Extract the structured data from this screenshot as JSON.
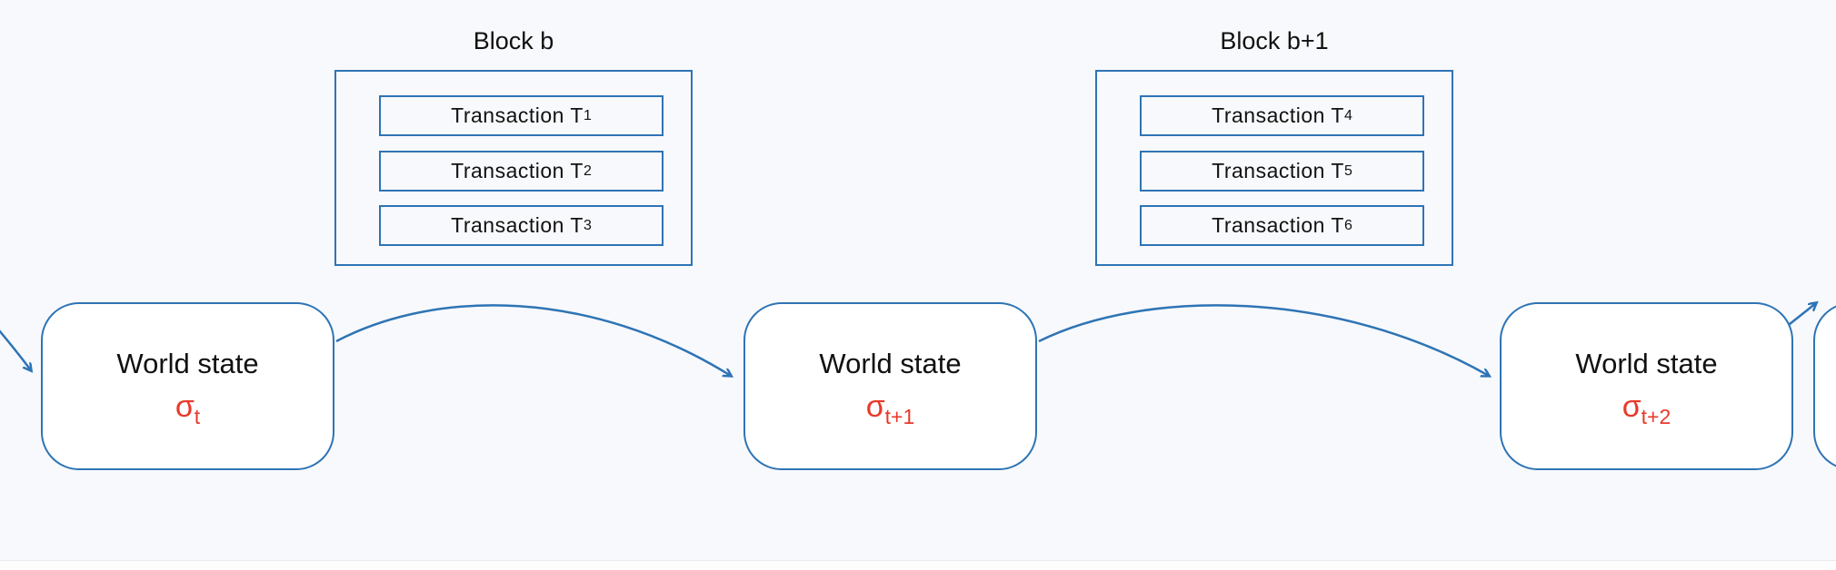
{
  "diagram": {
    "colors": {
      "accent": "#2e74b5",
      "sigma": "#e8392b",
      "background": "#f8f9fc",
      "state_fill": "#ffffff"
    },
    "blocks": [
      {
        "title": "Block b",
        "transactions": [
          {
            "name": "Transaction T",
            "sub": "1"
          },
          {
            "name": "Transaction T",
            "sub": "2"
          },
          {
            "name": "Transaction T",
            "sub": "3"
          }
        ]
      },
      {
        "title": "Block b+1",
        "transactions": [
          {
            "name": "Transaction T",
            "sub": "4"
          },
          {
            "name": "Transaction T",
            "sub": "5"
          },
          {
            "name": "Transaction T",
            "sub": "6"
          }
        ]
      }
    ],
    "world_states": [
      {
        "label": "World state",
        "sigma": "σ",
        "sub": "t"
      },
      {
        "label": "World state",
        "sigma": "σ",
        "sub": "t+1"
      },
      {
        "label": "World state",
        "sigma": "σ",
        "sub": "t+2"
      }
    ]
  }
}
